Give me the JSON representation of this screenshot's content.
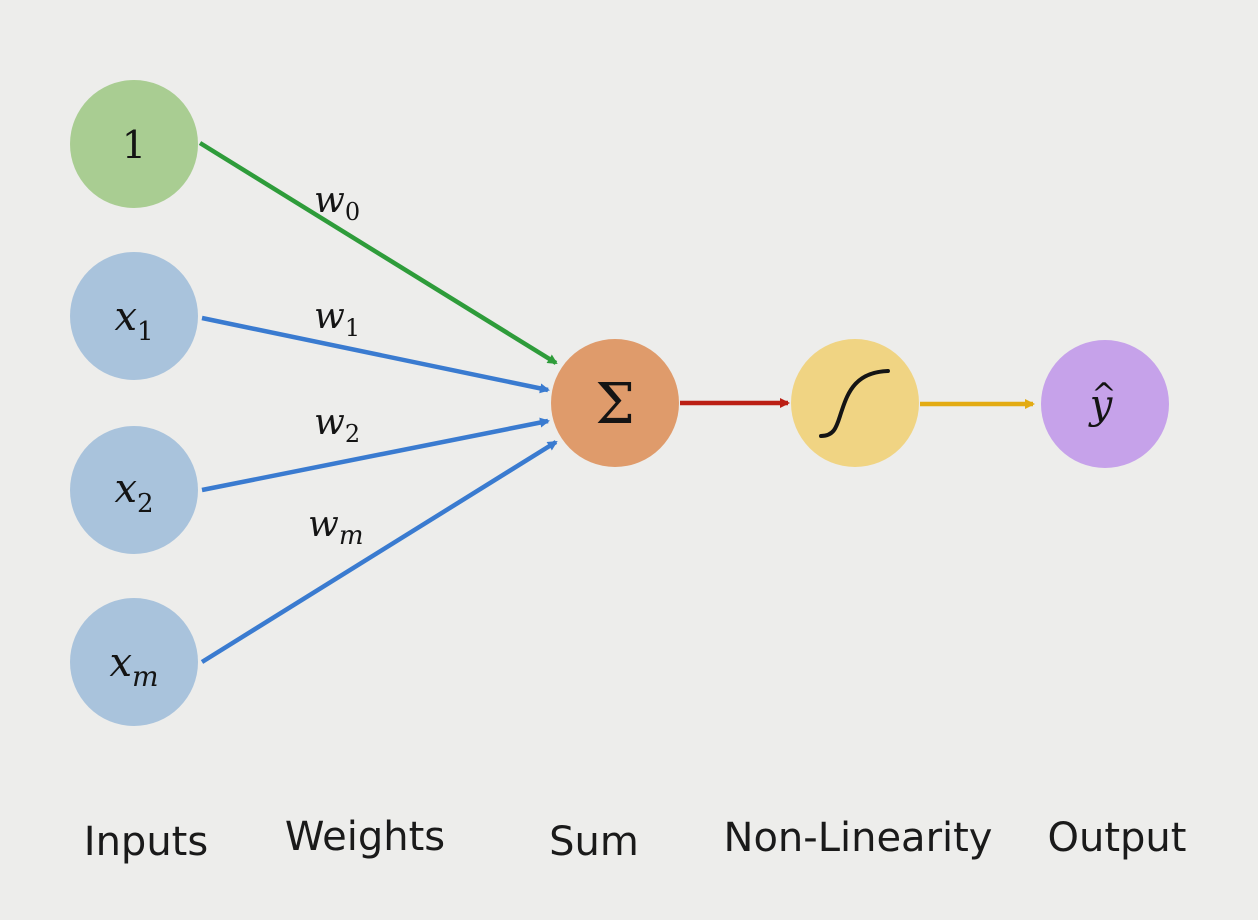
{
  "colors": {
    "background": "#ededeb",
    "bias_node": "#a9cd92",
    "input_node": "#a9c3dc",
    "sum_node": "#df9b6b",
    "activation_node": "#f0d483",
    "output_node": "#c6a2ea",
    "bias_arrow": "#2e9c3a",
    "input_arrow": "#3a7bd0",
    "sum_arrow": "#bb1f14",
    "activation_arrow": "#e3ab12"
  },
  "nodes": {
    "bias": {
      "label": "1"
    },
    "inputs": [
      {
        "base": "x",
        "sub": "1"
      },
      {
        "base": "x",
        "sub": "2"
      },
      {
        "base": "x",
        "sub": "m"
      }
    ],
    "sum": {
      "symbol": "Σ",
      "icon": "sigma-icon"
    },
    "activation": {
      "icon": "sigmoid-curve-icon"
    },
    "output": {
      "base": "y",
      "accent": "^"
    }
  },
  "weights": [
    {
      "base": "w",
      "sub": "0"
    },
    {
      "base": "w",
      "sub": "1"
    },
    {
      "base": "w",
      "sub": "2"
    },
    {
      "base": "w",
      "sub": "m"
    }
  ],
  "stage_labels": {
    "inputs": "Inputs",
    "weights": "Weights",
    "sum": "Sum",
    "nonlinearity": "Non-Linearity",
    "output": "Output"
  }
}
